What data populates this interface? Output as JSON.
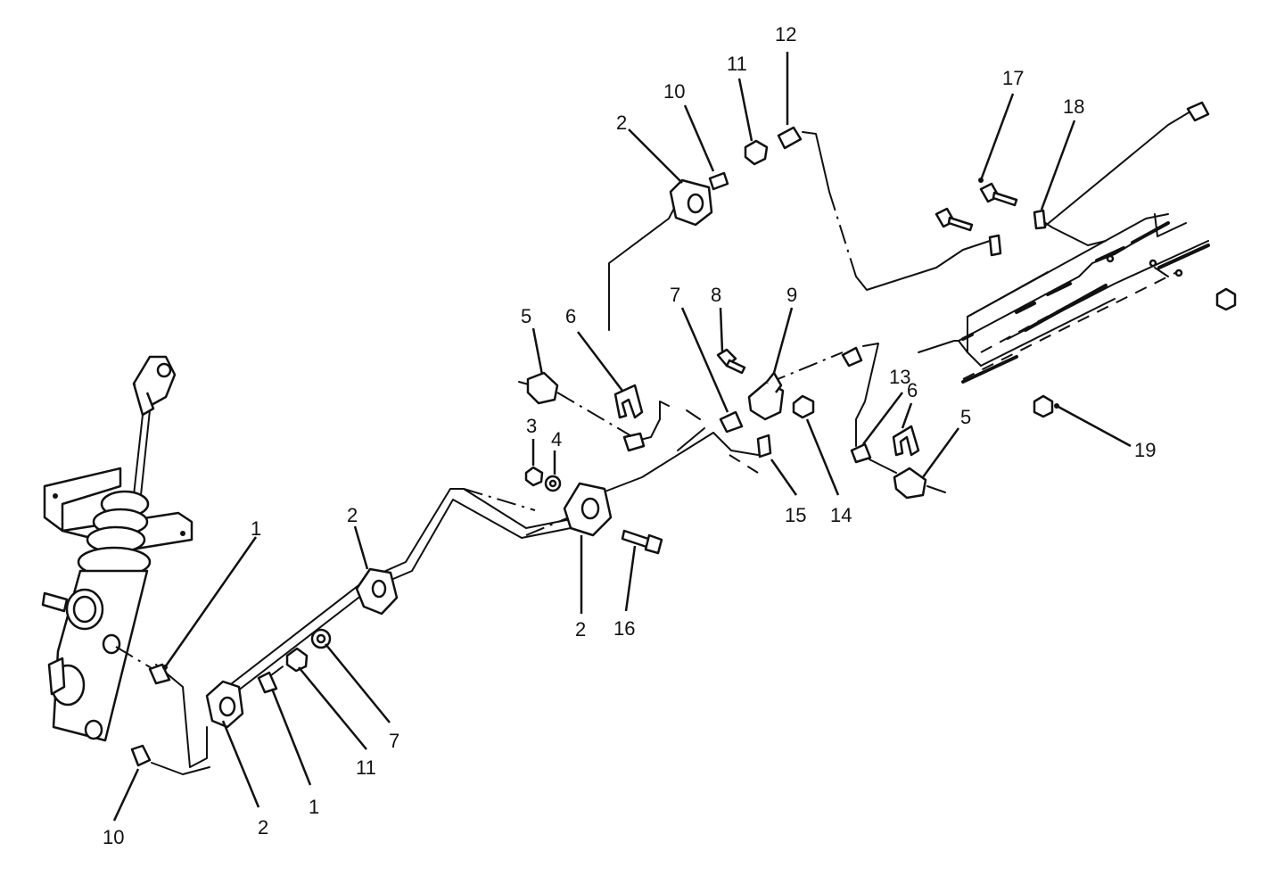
{
  "callouts": [
    {
      "label": "1"
    },
    {
      "label": "1"
    },
    {
      "label": "2"
    },
    {
      "label": "2"
    },
    {
      "label": "2"
    },
    {
      "label": "2"
    },
    {
      "label": "3"
    },
    {
      "label": "4"
    },
    {
      "label": "5"
    },
    {
      "label": "5"
    },
    {
      "label": "6"
    },
    {
      "label": "6"
    },
    {
      "label": "7"
    },
    {
      "label": "7"
    },
    {
      "label": "8"
    },
    {
      "label": "9"
    },
    {
      "label": "10"
    },
    {
      "label": "10"
    },
    {
      "label": "11"
    },
    {
      "label": "11"
    },
    {
      "label": "12"
    },
    {
      "label": "13"
    },
    {
      "label": "14"
    },
    {
      "label": "15"
    },
    {
      "label": "16"
    },
    {
      "label": "17"
    },
    {
      "label": "18"
    },
    {
      "label": "19"
    }
  ]
}
